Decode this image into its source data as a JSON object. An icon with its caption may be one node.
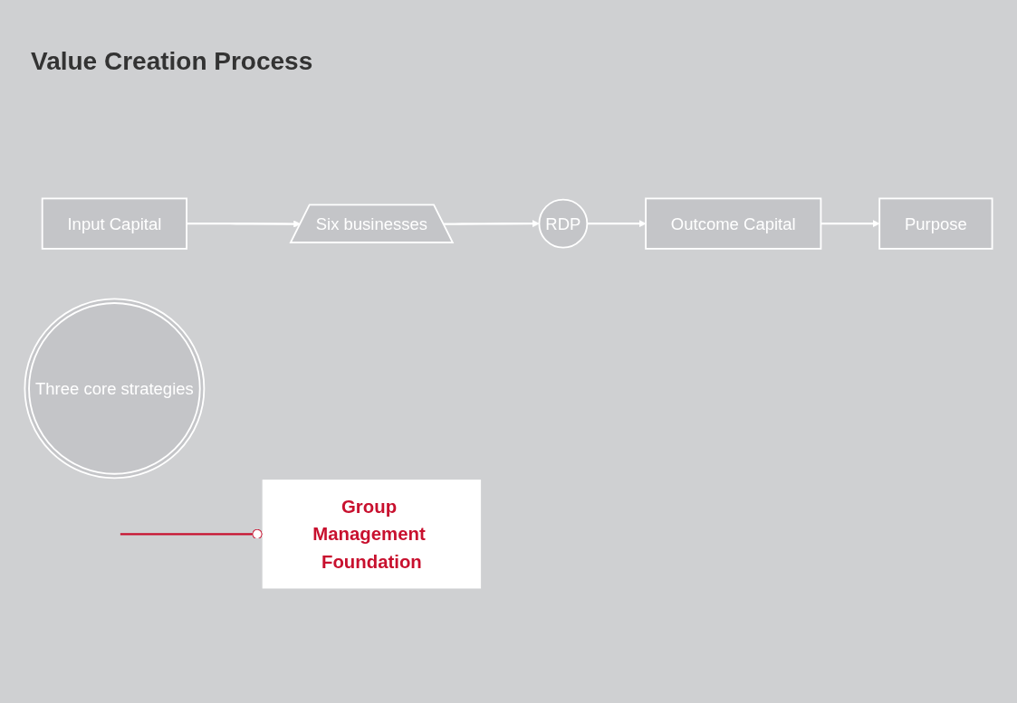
{
  "diagram": {
    "title": "Value Creation Process",
    "nodes": [
      {
        "text": [
          "Input Capital"
        ]
      },
      {
        "text": [
          "Six businesses"
        ]
      },
      {
        "text": [
          "Three core strategies"
        ]
      },
      {
        "text": [
          "RDP"
        ]
      },
      {
        "text": [
          "Outcome Capital"
        ]
      },
      {
        "text": [
          "Purpose"
        ]
      },
      {
        "text": [
          "Group Management Foundation"
        ]
      }
    ],
    "edges": [
      {
        "from": 0,
        "to": 1,
        "arrow": "to"
      },
      {
        "from": 1,
        "to": 3,
        "arrow": "to"
      },
      {
        "from": 3,
        "to": 4,
        "arrow": "to"
      },
      {
        "from": 4,
        "to": 5,
        "arrow": "to"
      },
      {
        "from": null,
        "to": 6,
        "arrow": "other",
        "color": "#c8102e"
      }
    ]
  }
}
